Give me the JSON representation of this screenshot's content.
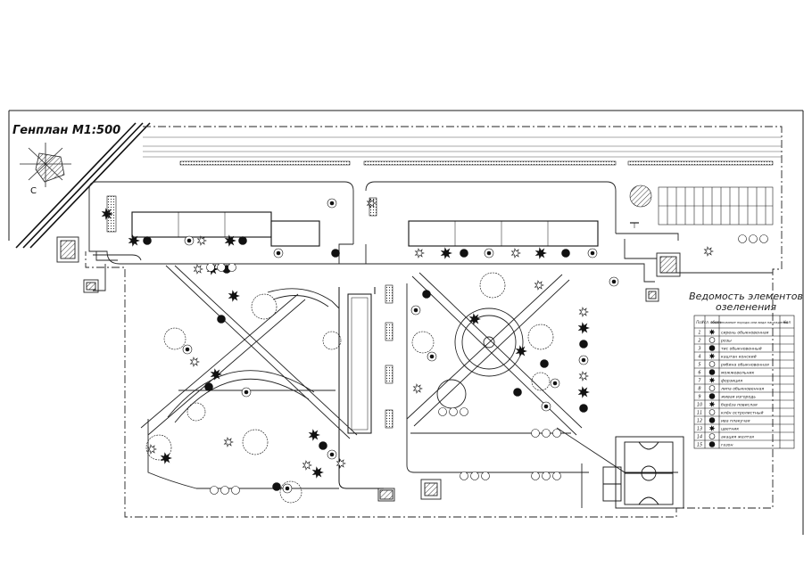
{
  "title": "Генплан М1:500",
  "north_letter": "С",
  "legend": {
    "title_line1": "Ведомость элементов",
    "title_line2": "озеленения",
    "headers": [
      "Поз",
      "Усл. обозн.",
      "Наименование породы или вида насаждения",
      "Кол"
    ],
    "rows": [
      {
        "pos": "1",
        "icon": "lilac-shrub-icon",
        "name": "сирень обыкновенная"
      },
      {
        "pos": "2",
        "icon": "rose-icon",
        "name": "розы"
      },
      {
        "pos": "3",
        "icon": "yew-icon",
        "name": "тис обыкновенный"
      },
      {
        "pos": "4",
        "icon": "chestnut-icon",
        "name": "каштан конский"
      },
      {
        "pos": "5",
        "icon": "rowan-icon",
        "name": "рябина обыкновенная"
      },
      {
        "pos": "6",
        "icon": "juniper-icon",
        "name": "можжевельник"
      },
      {
        "pos": "7",
        "icon": "forsythia-icon",
        "name": "форзиция"
      },
      {
        "pos": "8",
        "icon": "linden-icon",
        "name": "липа обыкновенная"
      },
      {
        "pos": "9",
        "icon": "hedge-icon",
        "name": "живая изгородь"
      },
      {
        "pos": "10",
        "icon": "birch-icon",
        "name": "берёза повислая"
      },
      {
        "pos": "11",
        "icon": "tree-icon",
        "name": "клён остролистный"
      },
      {
        "pos": "12",
        "icon": "willow-icon",
        "name": "ива плакучая"
      },
      {
        "pos": "13",
        "icon": "flowers-icon",
        "name": "цветник"
      },
      {
        "pos": "14",
        "icon": "acacia-icon",
        "name": "акация желтая"
      },
      {
        "pos": "15",
        "icon": "lawn-icon",
        "name": "газон"
      }
    ]
  },
  "colors": {
    "line": "#1a1a1a",
    "paper": "#ffffff",
    "hatch": "#3a3a3a"
  }
}
